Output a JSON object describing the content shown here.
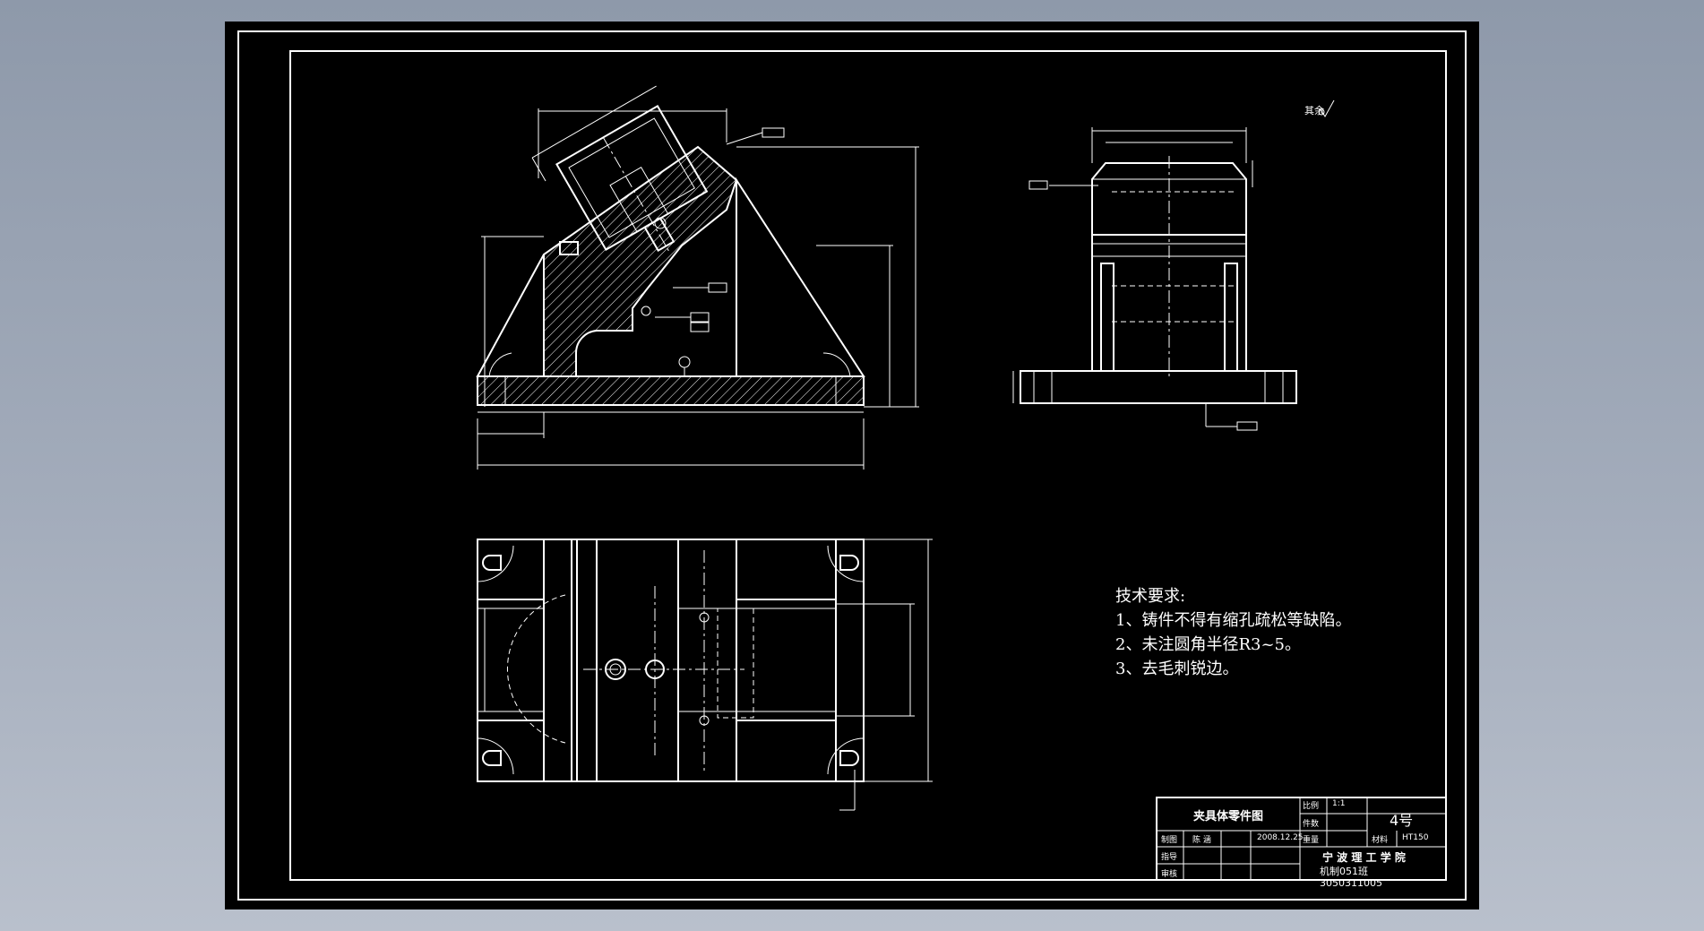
{
  "drawing": {
    "surface_note": "其余",
    "tech_requirements": {
      "title": "技术要求:",
      "items": [
        "1、铸件不得有缩孔疏松等缺陷。",
        "2、未注圆角半径R3~5。",
        "3、去毛刺锐边。"
      ]
    },
    "title_block": {
      "part_name": "夹具体零件图",
      "scale_label": "比例",
      "scale_value": "1:1",
      "qty_label": "件数",
      "drawing_no": "4号",
      "drawn_label": "制图",
      "drawn_by": "陈 涵",
      "date": "2008.12.25",
      "weight_label": "重量",
      "material_label": "材料",
      "material": "HT150",
      "design_label": "指导",
      "check_label": "审核",
      "school": "宁 波 理 工 学 院",
      "class": "机制051班",
      "student_id": "3050311005"
    }
  },
  "colors": {
    "background": "#98a2b2",
    "sheet": "#000000",
    "line": "#ffffff"
  }
}
